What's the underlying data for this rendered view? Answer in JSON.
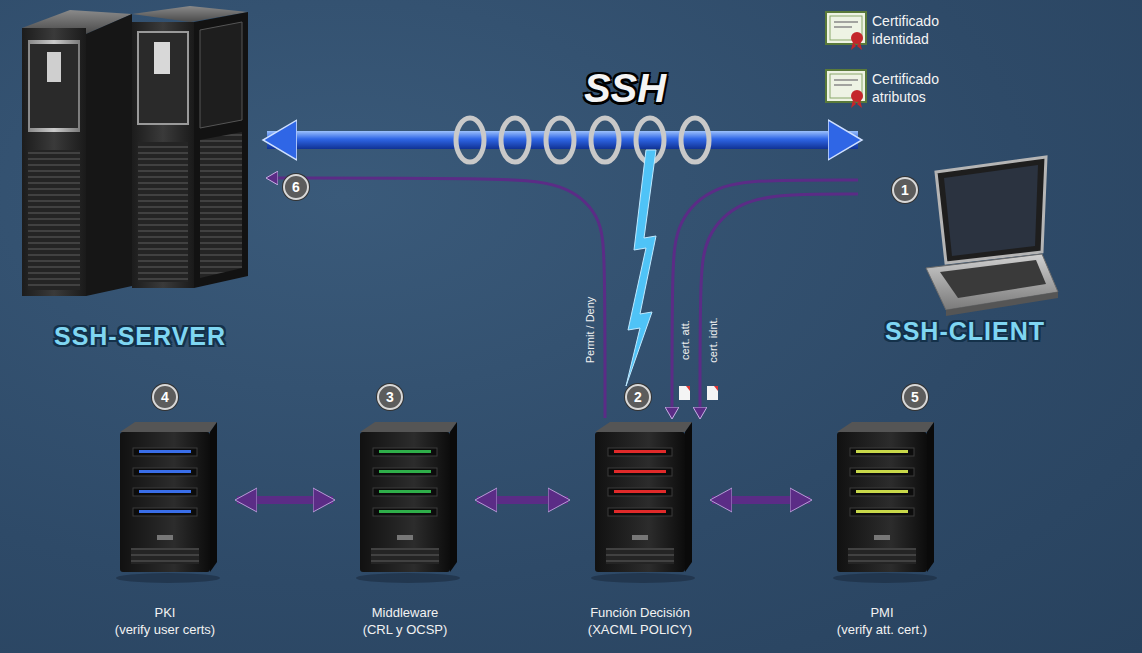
{
  "diagram": {
    "nodes": [
      {
        "text": [
          "SSH-SERVER"
        ]
      },
      {
        "text": [
          "SSH-CLIENT"
        ]
      },
      {
        "text": [
          "PKI",
          "(verify user certs)"
        ]
      },
      {
        "text": [
          "Middleware",
          "(CRL y OCSP)"
        ]
      },
      {
        "text": [
          "Función Decisión",
          "(XACML POLICY)"
        ]
      },
      {
        "text": [
          "PMI",
          "(verify att. cert.)"
        ]
      }
    ],
    "edges": [
      {
        "from": 0,
        "to": 1,
        "arrow": "both",
        "label": "SSH"
      },
      {
        "from": 4,
        "to": 0,
        "arrow": "to",
        "label": "Permit / Deny"
      },
      {
        "from": 1,
        "to": 4,
        "arrow": "to",
        "label": "cert. att."
      },
      {
        "from": 1,
        "to": 4,
        "arrow": "to",
        "label": "cert. idnt."
      },
      {
        "from": 2,
        "to": 3,
        "arrow": "both"
      },
      {
        "from": 3,
        "to": 4,
        "arrow": "both"
      },
      {
        "from": 4,
        "to": 5,
        "arrow": "both"
      }
    ],
    "labels": [
      "6",
      "1",
      "4",
      "3",
      "2",
      "5"
    ],
    "legend": [
      {
        "text": "Certificado identidad"
      },
      {
        "text": "Certificado atributos"
      }
    ]
  }
}
